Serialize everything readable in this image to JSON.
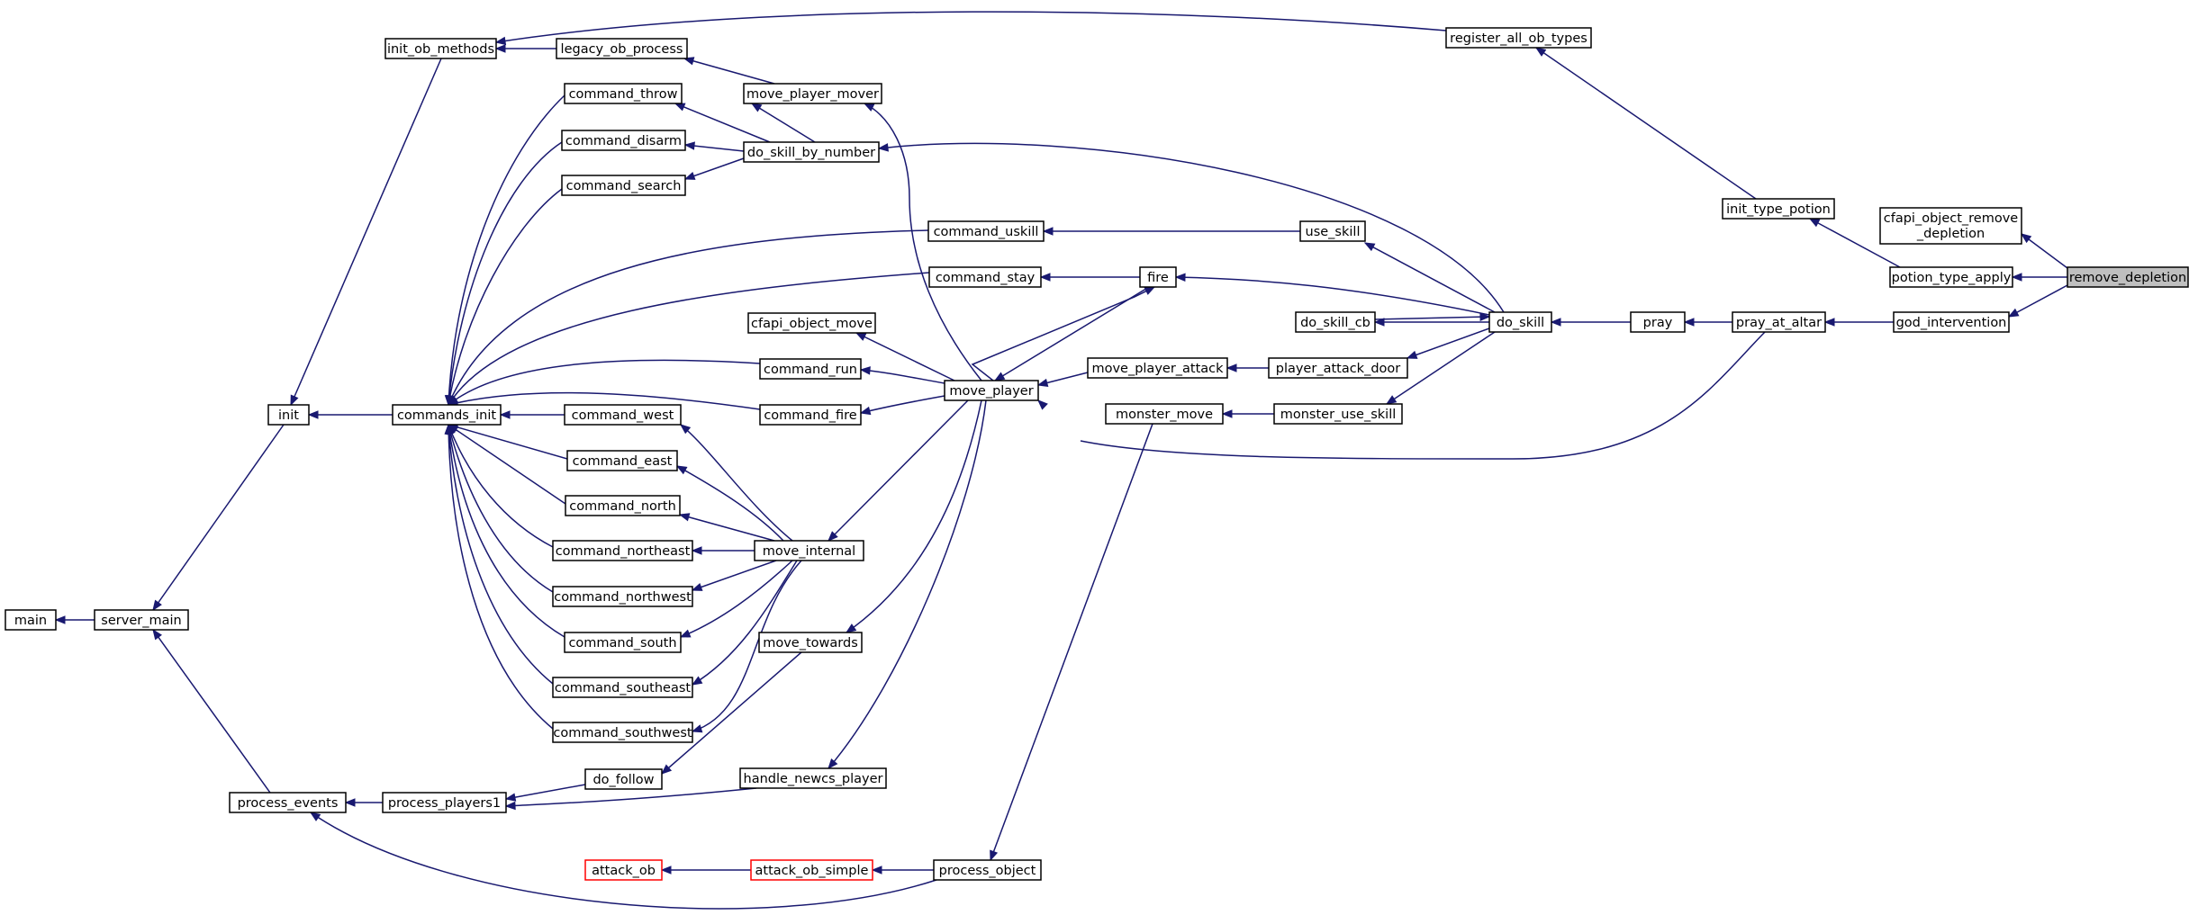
{
  "graph": {
    "colors": {
      "edge": "#191970",
      "node_border": "#000000",
      "incomplete_border": "#ff0000",
      "highlight_fill": "#bfbfbf",
      "background": "#ffffff"
    },
    "nodes": [
      {
        "id": "remove_depletion",
        "label": "remove_depletion",
        "highlight": true
      },
      {
        "id": "cfapi_object_remove_depletion",
        "label": "cfapi_object_remove",
        "label2": "_depletion"
      },
      {
        "id": "potion_type_apply",
        "label": "potion_type_apply"
      },
      {
        "id": "god_intervention",
        "label": "god_intervention"
      },
      {
        "id": "init_type_potion",
        "label": "init_type_potion"
      },
      {
        "id": "pray_at_altar",
        "label": "pray_at_altar"
      },
      {
        "id": "register_all_ob_types",
        "label": "register_all_ob_types"
      },
      {
        "id": "pray",
        "label": "pray"
      },
      {
        "id": "init_ob_methods",
        "label": "init_ob_methods"
      },
      {
        "id": "move_player",
        "label": "move_player"
      },
      {
        "id": "do_skill",
        "label": "do_skill"
      },
      {
        "id": "init",
        "label": "init"
      },
      {
        "id": "command_run",
        "label": "command_run"
      },
      {
        "id": "command_fire",
        "label": "command_fire"
      },
      {
        "id": "move_internal",
        "label": "move_internal"
      },
      {
        "id": "cfapi_object_move",
        "label": "cfapi_object_move"
      },
      {
        "id": "command_stay",
        "label": "command_stay"
      },
      {
        "id": "move_towards",
        "label": "move_towards"
      },
      {
        "id": "handle_newcs_player",
        "label": "handle_newcs_player"
      },
      {
        "id": "do_skill_by_number",
        "label": "do_skill_by_number"
      },
      {
        "id": "fire",
        "label": "fire"
      },
      {
        "id": "use_skill",
        "label": "use_skill"
      },
      {
        "id": "do_skill_cb",
        "label": "do_skill_cb"
      },
      {
        "id": "player_attack_door",
        "label": "player_attack_door"
      },
      {
        "id": "monster_use_skill",
        "label": "monster_use_skill"
      },
      {
        "id": "server_main",
        "label": "server_main"
      },
      {
        "id": "commands_init",
        "label": "commands_init"
      },
      {
        "id": "command_east",
        "label": "command_east"
      },
      {
        "id": "command_north",
        "label": "command_north"
      },
      {
        "id": "command_northeast",
        "label": "command_northeast"
      },
      {
        "id": "command_northwest",
        "label": "command_northwest"
      },
      {
        "id": "command_south",
        "label": "command_south"
      },
      {
        "id": "command_southeast",
        "label": "command_southeast"
      },
      {
        "id": "command_southwest",
        "label": "command_southwest"
      },
      {
        "id": "command_west",
        "label": "command_west"
      },
      {
        "id": "do_follow",
        "label": "do_follow"
      },
      {
        "id": "process_players1",
        "label": "process_players1"
      },
      {
        "id": "command_uskill",
        "label": "command_uskill"
      },
      {
        "id": "legacy_ob_process",
        "label": "legacy_ob_process"
      },
      {
        "id": "move_player_mover",
        "label": "move_player_mover"
      },
      {
        "id": "command_disarm",
        "label": "command_disarm"
      },
      {
        "id": "command_search",
        "label": "command_search"
      },
      {
        "id": "command_throw",
        "label": "command_throw"
      },
      {
        "id": "move_player_attack",
        "label": "move_player_attack"
      },
      {
        "id": "monster_move",
        "label": "monster_move"
      },
      {
        "id": "process_object",
        "label": "process_object"
      },
      {
        "id": "main",
        "label": "main"
      },
      {
        "id": "process_events",
        "label": "process_events"
      },
      {
        "id": "attack_ob_simple",
        "label": "attack_ob_simple",
        "incomplete": true
      },
      {
        "id": "attack_ob",
        "label": "attack_ob",
        "incomplete": true
      }
    ],
    "edges": [
      {
        "from": "remove_depletion",
        "to": "cfapi_object_remove_depletion"
      },
      {
        "from": "remove_depletion",
        "to": "potion_type_apply"
      },
      {
        "from": "remove_depletion",
        "to": "god_intervention"
      },
      {
        "from": "potion_type_apply",
        "to": "init_type_potion"
      },
      {
        "from": "god_intervention",
        "to": "pray_at_altar"
      },
      {
        "from": "init_type_potion",
        "to": "register_all_ob_types"
      },
      {
        "from": "pray_at_altar",
        "to": "pray"
      },
      {
        "from": "pray_at_altar",
        "to": "move_player"
      },
      {
        "from": "register_all_ob_types",
        "to": "init_ob_methods"
      },
      {
        "from": "pray",
        "to": "do_skill"
      },
      {
        "from": "init_ob_methods",
        "to": "init"
      },
      {
        "from": "move_player",
        "to": "command_run"
      },
      {
        "from": "move_player",
        "to": "command_fire"
      },
      {
        "from": "move_player",
        "to": "move_internal"
      },
      {
        "from": "move_player",
        "to": "cfapi_object_move"
      },
      {
        "from": "move_player",
        "to": "command_stay"
      },
      {
        "from": "move_player",
        "to": "move_towards"
      },
      {
        "from": "move_player",
        "to": "handle_newcs_player"
      },
      {
        "from": "move_player",
        "to": "move_player_mover"
      },
      {
        "from": "do_skill",
        "to": "do_skill_by_number"
      },
      {
        "from": "do_skill",
        "to": "fire"
      },
      {
        "from": "do_skill",
        "to": "use_skill"
      },
      {
        "from": "do_skill",
        "to": "do_skill_cb"
      },
      {
        "from": "do_skill",
        "to": "player_attack_door"
      },
      {
        "from": "do_skill",
        "to": "monster_use_skill"
      },
      {
        "from": "do_skill_cb",
        "to": "do_skill"
      },
      {
        "from": "init",
        "to": "server_main"
      },
      {
        "from": "command_run",
        "to": "commands_init"
      },
      {
        "from": "command_fire",
        "to": "commands_init"
      },
      {
        "from": "move_internal",
        "to": "command_east"
      },
      {
        "from": "move_internal",
        "to": "command_north"
      },
      {
        "from": "move_internal",
        "to": "command_northeast"
      },
      {
        "from": "move_internal",
        "to": "command_northwest"
      },
      {
        "from": "move_internal",
        "to": "command_south"
      },
      {
        "from": "move_internal",
        "to": "command_southeast"
      },
      {
        "from": "move_internal",
        "to": "command_southwest"
      },
      {
        "from": "move_internal",
        "to": "command_west"
      },
      {
        "from": "command_stay",
        "to": "commands_init"
      },
      {
        "from": "move_towards",
        "to": "do_follow"
      },
      {
        "from": "handle_newcs_player",
        "to": "process_players1"
      },
      {
        "from": "move_player_mover",
        "to": "legacy_ob_process"
      },
      {
        "from": "do_skill_by_number",
        "to": "command_disarm"
      },
      {
        "from": "do_skill_by_number",
        "to": "command_search"
      },
      {
        "from": "do_skill_by_number",
        "to": "command_throw"
      },
      {
        "from": "do_skill_by_number",
        "to": "move_player_mover"
      },
      {
        "from": "fire",
        "to": "command_stay"
      },
      {
        "from": "fire",
        "to": "move_player"
      },
      {
        "from": "use_skill",
        "to": "command_uskill"
      },
      {
        "from": "player_attack_door",
        "to": "move_player_attack"
      },
      {
        "from": "monster_use_skill",
        "to": "monster_move"
      },
      {
        "from": "server_main",
        "to": "main"
      },
      {
        "from": "commands_init",
        "to": "init"
      },
      {
        "from": "command_east",
        "to": "commands_init"
      },
      {
        "from": "command_north",
        "to": "commands_init"
      },
      {
        "from": "command_northeast",
        "to": "commands_init"
      },
      {
        "from": "command_northwest",
        "to": "commands_init"
      },
      {
        "from": "command_south",
        "to": "commands_init"
      },
      {
        "from": "command_southeast",
        "to": "commands_init"
      },
      {
        "from": "command_southwest",
        "to": "commands_init"
      },
      {
        "from": "command_west",
        "to": "commands_init"
      },
      {
        "from": "do_follow",
        "to": "process_players1"
      },
      {
        "from": "process_players1",
        "to": "process_events"
      },
      {
        "from": "command_uskill",
        "to": "commands_init"
      },
      {
        "from": "legacy_ob_process",
        "to": "init_ob_methods"
      },
      {
        "from": "command_disarm",
        "to": "commands_init"
      },
      {
        "from": "command_search",
        "to": "commands_init"
      },
      {
        "from": "command_throw",
        "to": "commands_init"
      },
      {
        "from": "move_player_attack",
        "to": "move_player"
      },
      {
        "from": "monster_move",
        "to": "process_object"
      },
      {
        "from": "process_object",
        "to": "attack_ob_simple"
      },
      {
        "from": "process_object",
        "to": "process_events"
      },
      {
        "from": "process_events",
        "to": "server_main"
      },
      {
        "from": "attack_ob_simple",
        "to": "attack_ob"
      }
    ]
  }
}
